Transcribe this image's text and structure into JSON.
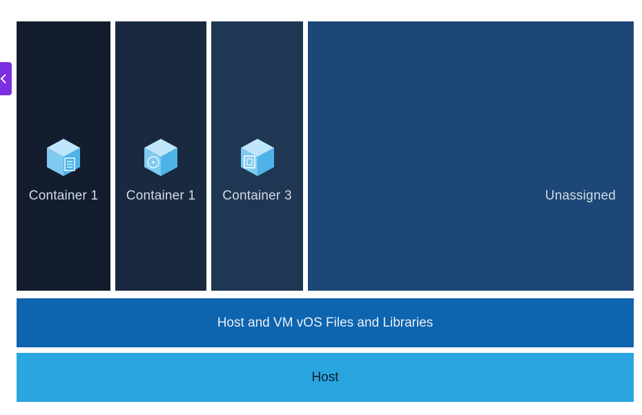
{
  "containers": [
    {
      "label": "Container 1",
      "icon": "cube-document-icon"
    },
    {
      "label": "Container 1",
      "icon": "cube-disc-icon"
    },
    {
      "label": "Container 3",
      "icon": "cube-window-icon"
    }
  ],
  "unassigned": {
    "label": "Unassigned"
  },
  "layers": {
    "libraries": "Host and VM vOS Files and Libraries",
    "host": "Host"
  },
  "side_tab": {
    "icon": "chevron-left-icon"
  },
  "colors": {
    "container_1": "#131d2d",
    "container_2": "#19293f",
    "container_3": "#203753",
    "unassigned": "#1c4776",
    "libraries": "#0e64ae",
    "host": "#29a5e0",
    "side_tab": "#7b2fe0"
  }
}
